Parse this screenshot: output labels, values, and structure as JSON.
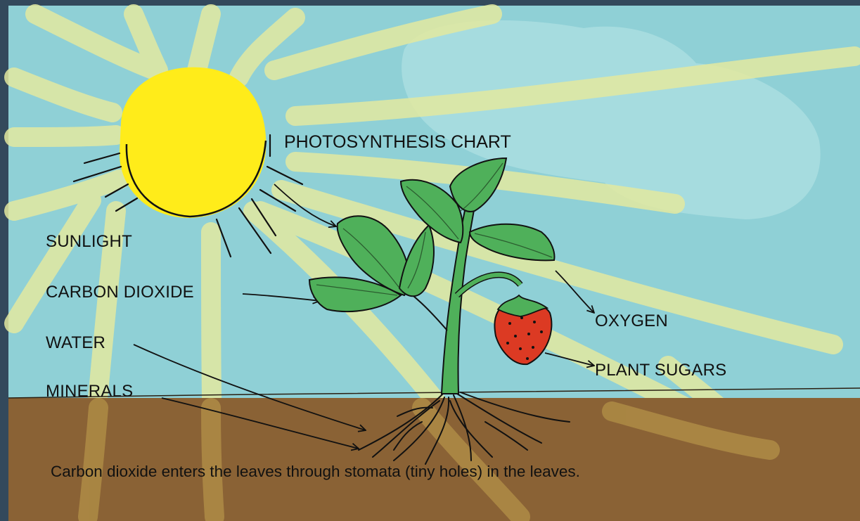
{
  "title": "PHOTOSYNTHESIS  CHART",
  "labels": {
    "sunlight": "SUNLIGHT",
    "carbon_dioxide": "CARBON DIOXIDE",
    "water": "WATER",
    "minerals": "MINERALS",
    "oxygen": "OXYGEN",
    "plant_sugars": "PLANT SUGARS"
  },
  "caption": "Carbon dioxide enters the leaves through stomata (tiny holes) in the leaves.",
  "colors": {
    "frame": "#33495c",
    "sky": "#8fd0d6",
    "soil": "#8a6235",
    "sun": "#ffec1a",
    "leaf": "#4fb05a",
    "strawberry": "#dc3a23",
    "sun_ray": "#e3e9a0"
  }
}
